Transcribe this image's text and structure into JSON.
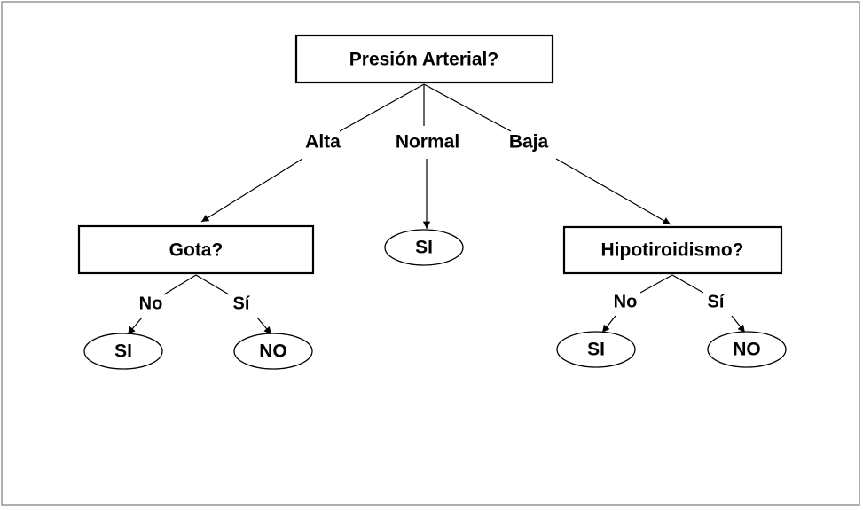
{
  "root": {
    "question": "Presión Arterial?"
  },
  "root_branches": {
    "alta": "Alta",
    "normal": "Normal",
    "baja": "Baja"
  },
  "left": {
    "question": "Gota?",
    "branch_no": "No",
    "branch_si": "Sí",
    "leaf_no": "SI",
    "leaf_si": "NO"
  },
  "middle": {
    "leaf": "SI"
  },
  "right": {
    "question": "Hipotiroidismo?",
    "branch_no": "No",
    "branch_si": "Sí",
    "leaf_no": "SI",
    "leaf_si": "NO"
  }
}
